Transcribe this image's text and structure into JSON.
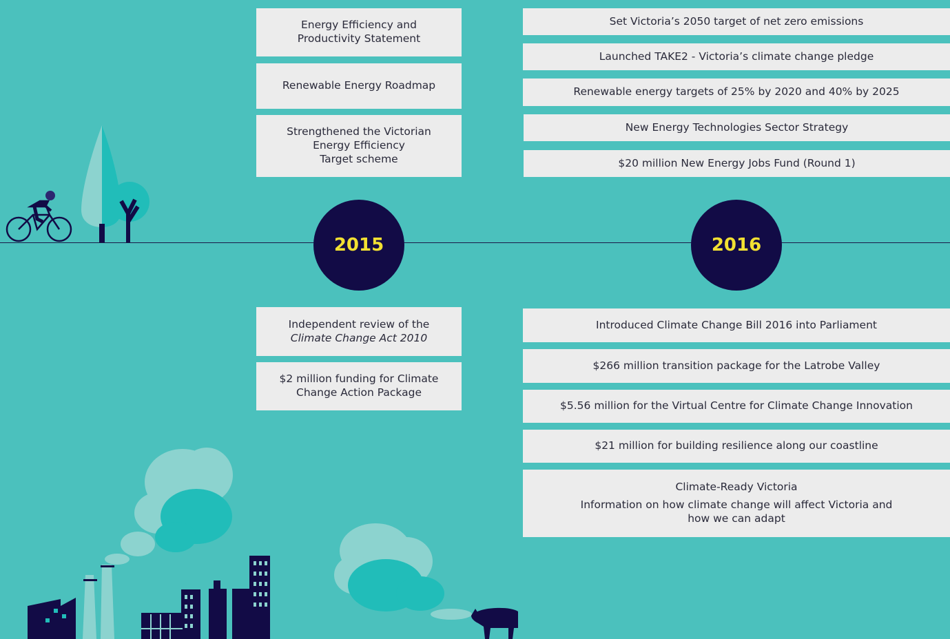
{
  "timeline": {
    "years": [
      "2015",
      "2016"
    ]
  },
  "col2015": {
    "top": [
      {
        "lines": [
          "Energy Efficiency and",
          "Productivity Statement"
        ]
      },
      {
        "lines": [
          "Renewable Energy Roadmap"
        ]
      },
      {
        "lines": [
          "Strengthened the Victorian",
          "Energy Efficiency",
          "Target scheme"
        ]
      }
    ],
    "bottom": [
      {
        "lines": [
          "Independent review of the"
        ],
        "italic": "Climate Change Act 2010"
      },
      {
        "lines": [
          "$2 million funding for Climate",
          "Change Action Package"
        ]
      }
    ]
  },
  "col2016": {
    "top": [
      "Set Victoria’s 2050 target of net zero emissions",
      "Launched TAKE2 - Victoria’s climate change pledge",
      "Renewable energy targets of 25% by 2020 and 40% by 2025",
      "New Energy Technologies Sector Strategy",
      "$20 million New Energy Jobs Fund (Round 1)"
    ],
    "bottom": [
      "Introduced Climate Change Bill 2016 into Parliament",
      "$266 million transition package for the Latrobe Valley",
      "$5.56 million for the Virtual Centre for Climate Change Innovation",
      "$21 million for building resilience along our coastline"
    ],
    "last": {
      "title": "Climate-Ready Victoria",
      "desc": [
        "Information on how climate change will affect Victoria and",
        "how we can adapt"
      ]
    }
  },
  "illustrations": {
    "cyclist": "cyclist-icon",
    "trees": "tree-icon",
    "factory": "factory-icon",
    "cow": "cow-icon",
    "colors": {
      "dark": "#120b46",
      "accent": "#f2e032",
      "lightTeal": "#8cd3cf",
      "midTeal": "#21bdb9",
      "box": "#ececec"
    }
  }
}
